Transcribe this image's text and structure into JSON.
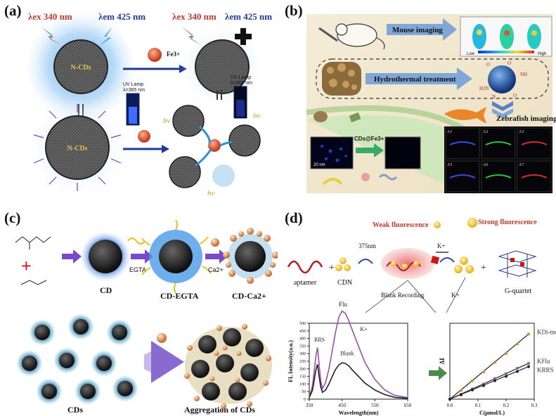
{
  "panels": {
    "a": {
      "label": "(a)",
      "ex_left": "λex 340 nm",
      "em_left": "λem 425 nm",
      "ex_right": "λex 340 nm",
      "em_right": "λem 425 nm",
      "ion": "Fe3+",
      "cd_label": "N-CDs",
      "uv_lamp_1": "UV Lamp",
      "uv_lamp_1_wl": "λ=365 nm",
      "uv_lamp_2": "UV Lamp",
      "uv_lamp_2_wl": "λ=365 nm",
      "hv": "hν"
    },
    "b": {
      "label": "(b)",
      "mouse_imaging": "Mouse imaging",
      "hydrothermal": "Hydrothermal treatment",
      "zebrafish": "Zebrafish imaging",
      "cds_fe": "CDs@Fe3+",
      "scale_low": "Low",
      "scale_high": "High",
      "scale_bar": "20 nm",
      "tiles": [
        "A1",
        "A2",
        "A3",
        "A5",
        "A6",
        "A7"
      ]
    },
    "c": {
      "label": "(c)",
      "cd": "CD",
      "egta": "EGTA",
      "ca": "Ca2+",
      "cd_egta": "CD-EGTA",
      "cd_ca": "CD-Ca2+",
      "cds": "CDs",
      "aggregation": "Aggregation of CDs"
    },
    "d": {
      "label": "(d)",
      "weak": "Weak fluorescence",
      "strong": "Strong fluorescence",
      "aptamer": "aptamer",
      "cdn": "CDN",
      "wl375": "375nm",
      "kplus": "K+",
      "blank_recording": "Blank   Recording",
      "kplus2": "K+",
      "gquartet": "G-quartet",
      "spectrum": {
        "ylabel": "FL  Intensity(a.u.)",
        "xlabel": "Wavelength(nm)",
        "yticks": [
          "0",
          "50",
          "100",
          "150",
          "200",
          "250",
          "300",
          "350",
          "400",
          "450",
          "500"
        ],
        "xticks": [
          "350",
          "450",
          "550",
          "650"
        ],
        "labels": {
          "rrs": "RRS",
          "flu": "Flu",
          "kplus": "K+",
          "blank": "Blank"
        }
      },
      "linear": {
        "ylabel": "ΔI",
        "xlabel": "C(μmol/L)",
        "xticks": [
          "0.0",
          "0.1",
          "0.2",
          "0.3"
        ],
        "series_labels": [
          "KDi-mode",
          "KFlu",
          "KRRS"
        ]
      }
    }
  },
  "chart_data": [
    {
      "type": "line",
      "xlabel": "Wavelength(nm)",
      "ylabel": "FL  Intensity(a.u.)",
      "xlim": [
        350,
        650
      ],
      "ylim": [
        0,
        500
      ],
      "series": [
        {
          "name": "K+",
          "color": "#9b4fb0",
          "x": [
            350,
            360,
            370,
            375,
            380,
            385,
            390,
            400,
            410,
            420,
            430,
            440,
            450,
            460,
            470,
            480,
            500,
            520,
            550,
            580,
            610,
            650
          ],
          "y": [
            15,
            90,
            280,
            340,
            230,
            120,
            70,
            110,
            200,
            320,
            440,
            540,
            580,
            565,
            520,
            460,
            350,
            240,
            130,
            60,
            25,
            10
          ]
        },
        {
          "name": "Blank",
          "color": "#222222",
          "x": [
            350,
            360,
            370,
            375,
            380,
            385,
            390,
            400,
            410,
            420,
            430,
            440,
            450,
            460,
            470,
            480,
            500,
            520,
            550,
            580,
            610,
            650
          ],
          "y": [
            10,
            60,
            190,
            230,
            150,
            80,
            45,
            60,
            100,
            150,
            195,
            225,
            240,
            235,
            220,
            195,
            150,
            105,
            60,
            30,
            12,
            5
          ]
        }
      ]
    },
    {
      "type": "scatter",
      "xlabel": "C(μmol/L)",
      "ylabel": "ΔI",
      "xlim": [
        0,
        0.3
      ],
      "ylim": [
        0,
        700
      ],
      "series": [
        {
          "name": "KDi-mode",
          "color": "#d9872a",
          "x": [
            0.0,
            0.04,
            0.08,
            0.12,
            0.16,
            0.2,
            0.24,
            0.28
          ],
          "y": [
            0,
            80,
            170,
            250,
            340,
            420,
            510,
            600
          ]
        },
        {
          "name": "KFlu",
          "color": "#9b4fb0",
          "x": [
            0.0,
            0.04,
            0.08,
            0.12,
            0.16,
            0.2,
            0.24,
            0.28
          ],
          "y": [
            0,
            45,
            95,
            140,
            190,
            235,
            285,
            330
          ]
        },
        {
          "name": "KRRS",
          "color": "#222222",
          "x": [
            0.0,
            0.04,
            0.08,
            0.12,
            0.16,
            0.2,
            0.24,
            0.28
          ],
          "y": [
            0,
            40,
            85,
            125,
            170,
            210,
            255,
            300
          ]
        }
      ]
    }
  ]
}
